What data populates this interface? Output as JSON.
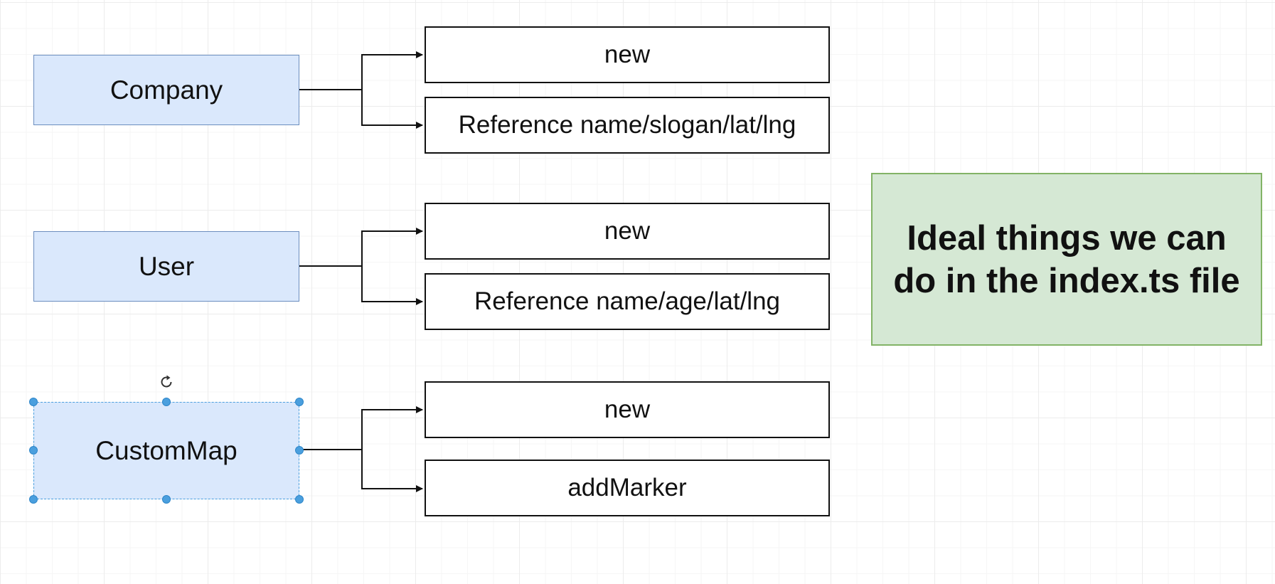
{
  "colors": {
    "class_fill": "#dae8fc",
    "class_border": "#6c8ebf",
    "note_fill": "#d5e8d4",
    "note_border": "#82b366",
    "line": "#111111",
    "selection": "#4a9fde"
  },
  "classes": {
    "company": {
      "label": "Company",
      "methods": [
        "new",
        "Reference name/slogan/lat/lng"
      ]
    },
    "user": {
      "label": "User",
      "methods": [
        "new",
        "Reference name/age/lat/lng"
      ]
    },
    "custom_map": {
      "label": "CustomMap",
      "methods": [
        "new",
        "addMarker"
      ]
    }
  },
  "note": {
    "line1": "Ideal things we can",
    "line2": "do in the index.ts file"
  },
  "icons": {
    "rotate": "rotate-handle-icon"
  }
}
